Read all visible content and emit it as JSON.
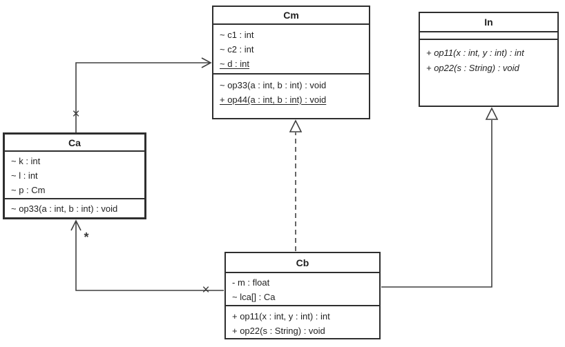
{
  "classes": {
    "cm": {
      "name": "Cm",
      "attributes": [
        "~ c1 : int",
        "~ c2 : int",
        "~ d : int"
      ],
      "operations": [
        "~ op33(a : int, b : int) : void",
        "+ op44(a : int, b : int) : void"
      ]
    },
    "in": {
      "name": "In",
      "attributes": [],
      "operations": [
        "+ op11(x : int, y : int) : int",
        "+ op22(s : String) : void"
      ]
    },
    "ca": {
      "name": "Ca",
      "attributes": [
        "~ k : int",
        "~ l : int",
        "~ p : Cm"
      ],
      "operations": [
        "~ op33(a : int, b : int) : void"
      ]
    },
    "cb": {
      "name": "Cb",
      "attributes": [
        "- m : float",
        "~ lca[] : Ca"
      ],
      "operations": [
        "+ op11(x : int, y : int) : int",
        "+ op22(s : String) : void"
      ]
    }
  },
  "markers": {
    "nonnav_ca_cm": "×",
    "multiplicity_cb_ca": "*",
    "nonnav_cb_ca": "×"
  },
  "relationships": [
    {
      "type": "association",
      "from": "Ca",
      "to": "Cm",
      "arrow": "open",
      "from_marker": "×"
    },
    {
      "type": "realization",
      "from": "Cb",
      "to": "Cm",
      "arrow": "hollow-triangle",
      "line": "dashed"
    },
    {
      "type": "generalization",
      "from": "Cb",
      "to": "In",
      "arrow": "hollow-triangle",
      "line": "solid"
    },
    {
      "type": "association",
      "from": "Cb",
      "to": "Ca",
      "arrow": "open",
      "from_marker": "×",
      "to_multiplicity": "*"
    }
  ]
}
